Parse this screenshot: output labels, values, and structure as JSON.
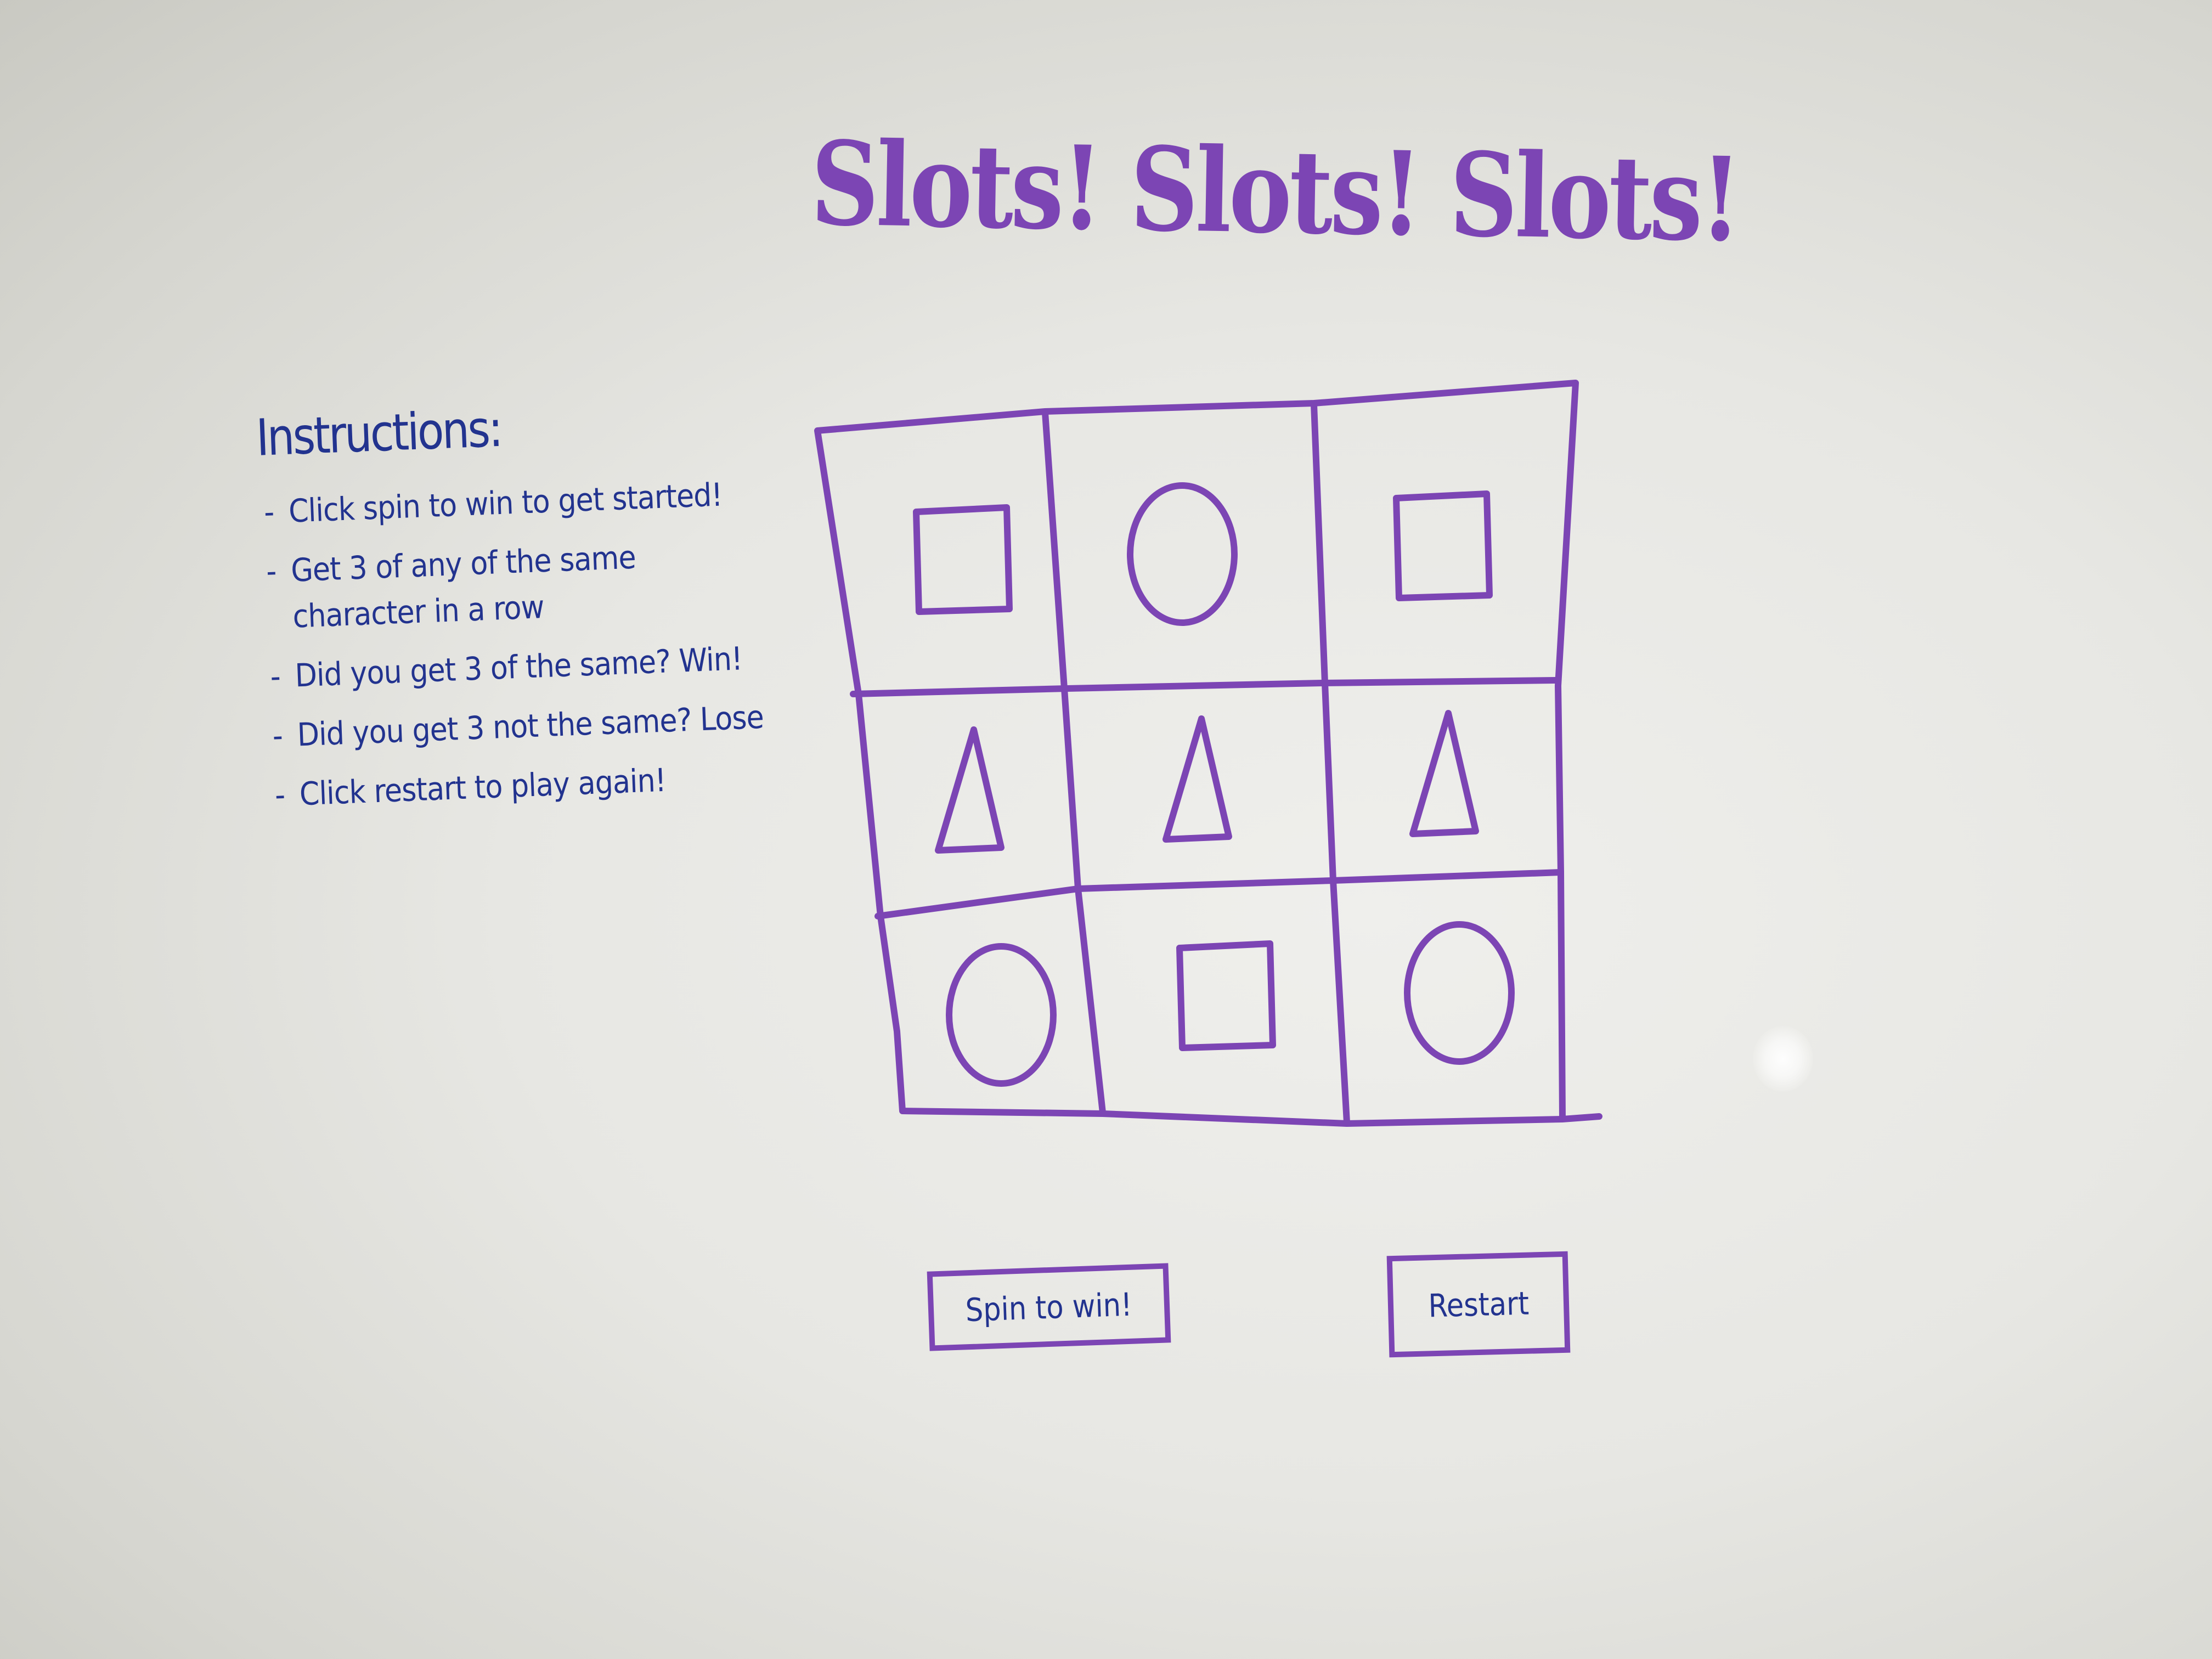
{
  "title": "Slots! Slots! Slots!",
  "instructions": {
    "heading": "Instructions:",
    "items": [
      "Click spin to win to get started!",
      "Get 3 of any of the same character in a row",
      "Did you get 3 of the same? Win!",
      "Did you get 3 not the same? Lose",
      "Click restart to play again!"
    ]
  },
  "reels": [
    [
      "square",
      "circle",
      "square"
    ],
    [
      "triangle",
      "triangle",
      "triangle"
    ],
    [
      "circle",
      "square",
      "circle"
    ]
  ],
  "buttons": {
    "spin": "Spin to win!",
    "restart": "Restart"
  },
  "colors": {
    "marker_purple": "#7c45b4",
    "marker_blue": "#22338f",
    "board": "#e9e9e5"
  }
}
